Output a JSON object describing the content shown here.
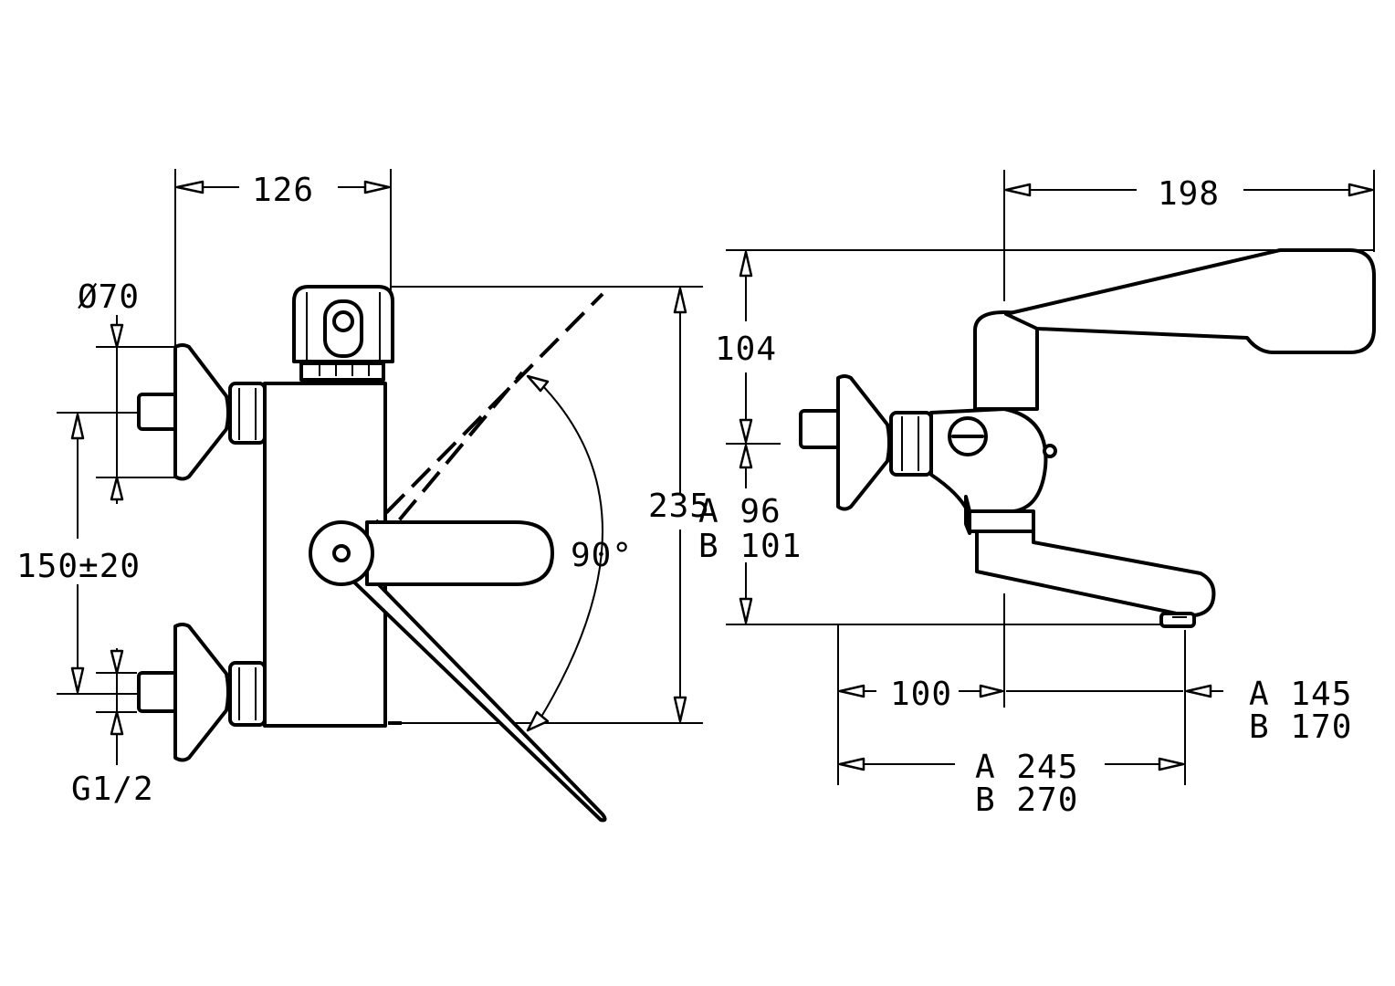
{
  "colors": {
    "ink": "#000000",
    "paper": "#ffffff"
  },
  "front_view": {
    "width": "126",
    "diameter": "Ø70",
    "centers": "150±20",
    "connection": "G1/2",
    "height": "235",
    "angle": "90°"
  },
  "side_view": {
    "projection": "198",
    "upper_height": "104",
    "lower_a": "A  96",
    "lower_b": "B  101",
    "offset": "100",
    "spout_a": "A  145",
    "spout_b": "B  170",
    "total_a": "A  245",
    "total_b": "B  270"
  }
}
